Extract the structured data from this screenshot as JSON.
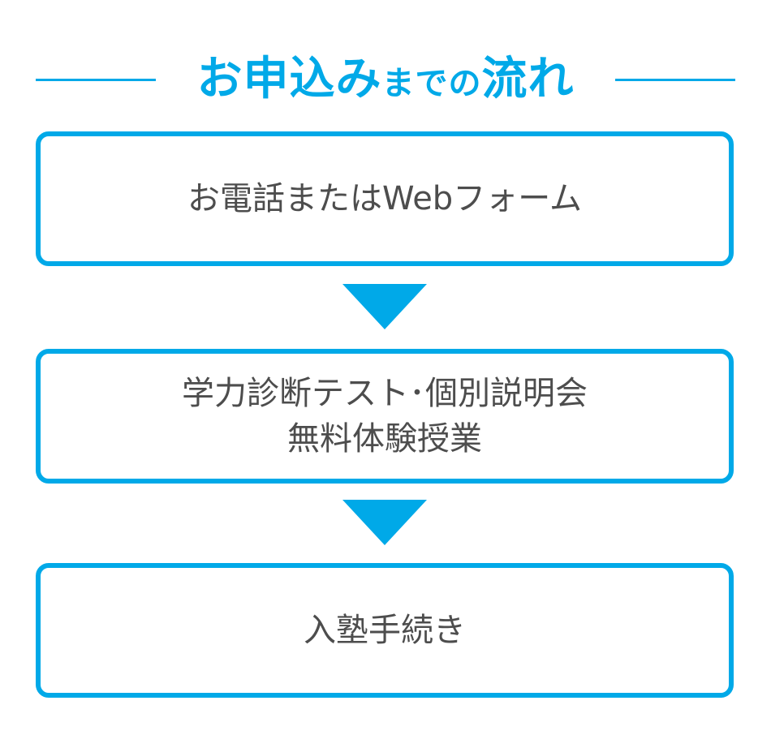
{
  "header": {
    "title_part1": "お申込み",
    "title_part2": "までの",
    "title_part3": "流れ"
  },
  "steps": [
    {
      "lines": [
        "お電話またはWebフォーム"
      ]
    },
    {
      "lines": [
        "学力診断テスト･個別説明会",
        "無料体験授業"
      ]
    },
    {
      "lines": [
        "入塾手続き"
      ]
    }
  ],
  "colors": {
    "accent": "#00a9e8",
    "text": "#4d4d4d",
    "background": "#ffffff"
  }
}
